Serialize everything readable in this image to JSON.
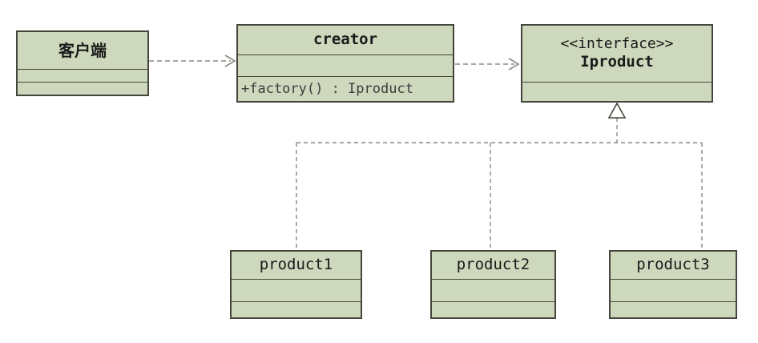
{
  "classes": {
    "client": {
      "name": "客户端"
    },
    "creator": {
      "name": "creator",
      "method": "+factory() : Iproduct"
    },
    "iproduct": {
      "stereotype": "<<interface>>",
      "name": "Iproduct"
    },
    "product1": {
      "name": "product1"
    },
    "product2": {
      "name": "product2"
    },
    "product3": {
      "name": "product3"
    }
  },
  "relations": [
    {
      "from": "client",
      "to": "creator",
      "type": "dependency"
    },
    {
      "from": "creator",
      "to": "iproduct",
      "type": "dependency"
    },
    {
      "from": "product1",
      "to": "iproduct",
      "type": "realization"
    },
    {
      "from": "product2",
      "to": "iproduct",
      "type": "realization"
    },
    {
      "from": "product3",
      "to": "iproduct",
      "type": "realization"
    }
  ],
  "colors": {
    "box_fill": "#cdd8bc",
    "box_border": "#45453c",
    "connector": "#8a8a80",
    "text": "#1a1a1a"
  }
}
